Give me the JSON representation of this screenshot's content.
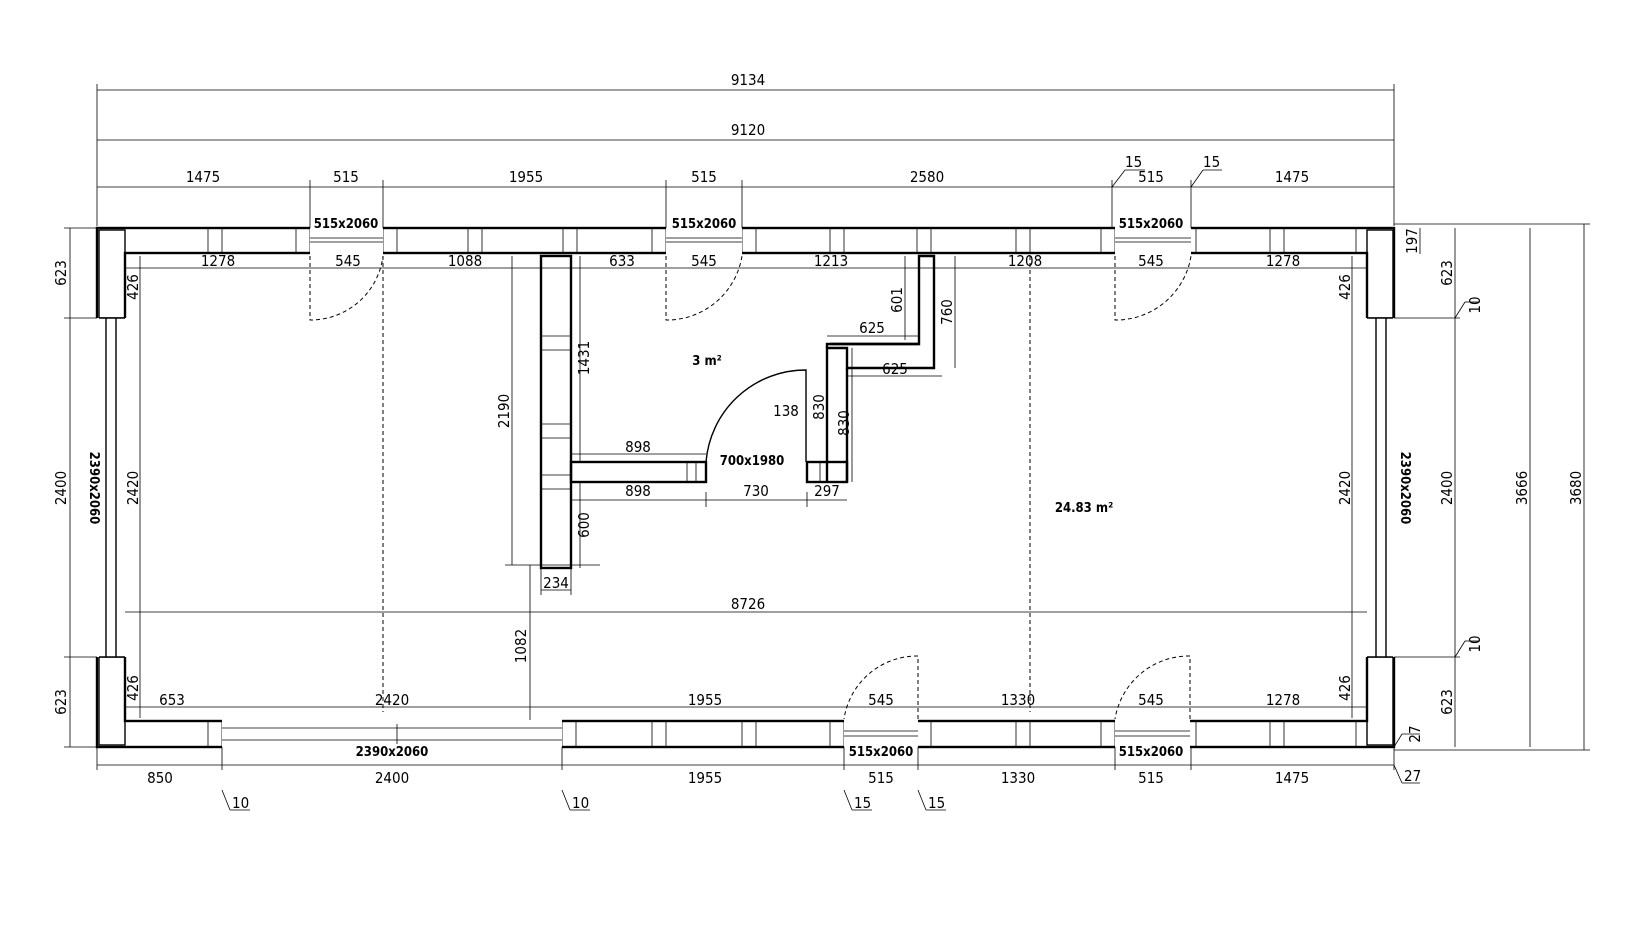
{
  "overall_dims": {
    "d9134": "9134",
    "d9120": "9120",
    "d3666": "3666",
    "d3680": "3680"
  },
  "top_chain": [
    "1475",
    "515",
    "1955",
    "515",
    "2580",
    "515",
    "1475"
  ],
  "top_offsets": [
    "15",
    "15"
  ],
  "top_inner": [
    "1278",
    "545",
    "1088",
    "633",
    "545",
    "1213",
    "1208",
    "545",
    "1278"
  ],
  "bottom_chain": [
    "850",
    "2400",
    "1955",
    "515",
    "1330",
    "515",
    "1475"
  ],
  "bottom_offsets": [
    "10",
    "10",
    "15",
    "15",
    "27"
  ],
  "bottom_inner": [
    "653",
    "2420",
    "1955",
    "545",
    "1330",
    "545",
    "1278"
  ],
  "left_chain": [
    "623",
    "2400",
    "623"
  ],
  "right_chain": [
    "623",
    "2400",
    "623"
  ],
  "right_offsets": [
    "197",
    "10",
    "10",
    "27"
  ],
  "inner_vertical": [
    "426",
    "426",
    "426",
    "426",
    "2420",
    "2420"
  ],
  "window_labels": {
    "w_top_1": "515x2060",
    "w_top_2": "515x2060",
    "w_top_3": "515x2060",
    "w_bottom_1": "515x2060",
    "w_bottom_2": "515x2060",
    "w_left": "2390x2060",
    "w_right": "2390x2060",
    "w_bottom_wide": "2390x2060",
    "door_inner": "700x1980"
  },
  "interior_dims": {
    "d2190": "2190",
    "d1431": "1431",
    "d600": "600",
    "d234": "234",
    "d898a": "898",
    "d898b": "898",
    "d730": "730",
    "d297": "297",
    "d138": "138",
    "d830a": "830",
    "d830b": "830",
    "d625a": "625",
    "d625b": "625",
    "d601": "601",
    "d760": "760",
    "d8726": "8726",
    "d1082": "1082"
  },
  "room_areas": {
    "small": "3 m²",
    "main": "24.83 m²"
  }
}
